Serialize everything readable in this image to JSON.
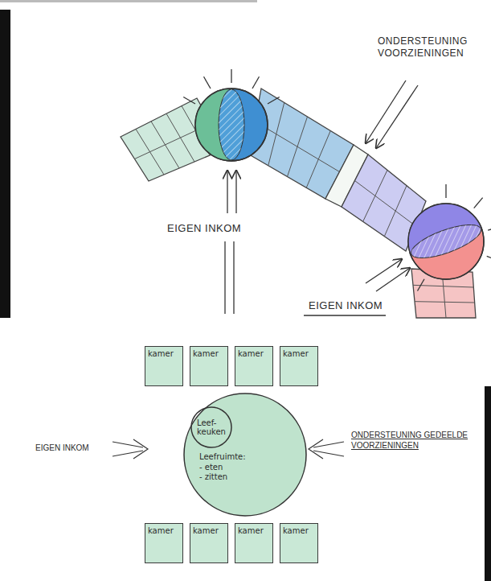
{
  "diagram": {
    "nodes": [
      {
        "text": [
          "kamer"
        ]
      },
      {
        "text": [
          "kamer"
        ]
      },
      {
        "text": [
          "kamer"
        ]
      },
      {
        "text": [
          "kamer"
        ]
      },
      {
        "text": [
          "Leefruimte:",
          "- eten",
          "- zitten"
        ]
      },
      {
        "text": [
          "Leef- keuken"
        ],
        "in": 4
      },
      {
        "text": [
          "kamer"
        ]
      },
      {
        "text": [
          "kamer"
        ]
      },
      {
        "text": [
          "kamer"
        ]
      },
      {
        "text": [
          "kamer"
        ]
      }
    ],
    "labels": [
      "ONDERSTEUNING VOORZIENINGEN",
      "EIGEN INKOM",
      "EIGEN INKOM",
      "EIGEN INKOM",
      "ONDERSTEUNING GEDEELDE VOORZIENINGEN"
    ]
  }
}
